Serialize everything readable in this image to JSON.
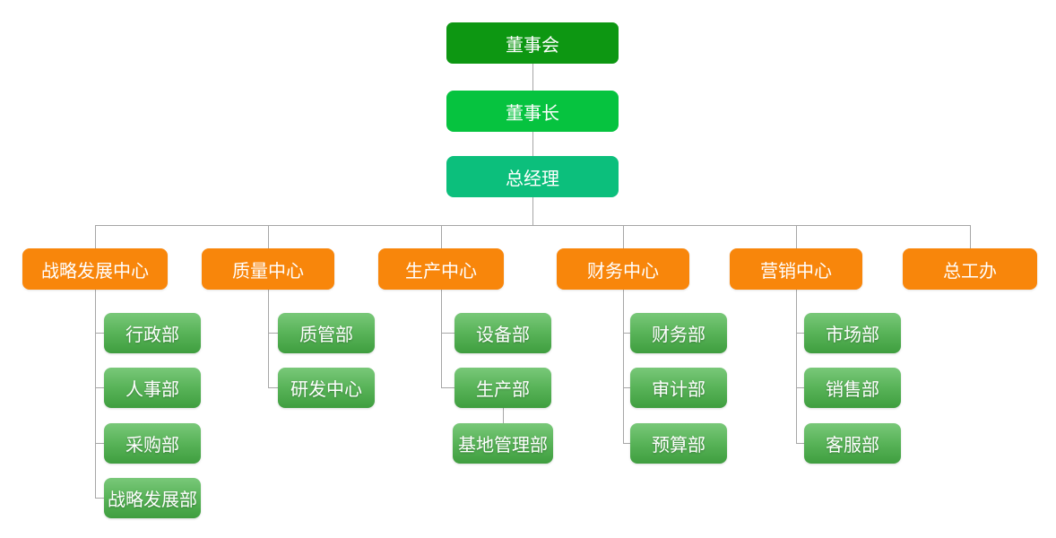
{
  "org": {
    "board": "董事会",
    "chairman": "董事长",
    "general_manager": "总经理",
    "centers": [
      {
        "label": "战略发展中心",
        "departments": [
          "行政部",
          "人事部",
          "采购部",
          "战略发展部"
        ]
      },
      {
        "label": "质量中心",
        "departments": [
          "质管部",
          "研发中心"
        ]
      },
      {
        "label": "生产中心",
        "departments": [
          "设备部",
          "生产部"
        ],
        "sub": {
          "parent": "生产部",
          "label": "基地管理部"
        }
      },
      {
        "label": "财务中心",
        "departments": [
          "财务部",
          "审计部",
          "预算部"
        ]
      },
      {
        "label": "营销中心",
        "departments": [
          "市场部",
          "销售部",
          "客服部"
        ]
      },
      {
        "label": "总工办",
        "departments": []
      }
    ]
  },
  "colors": {
    "board-green": "#0d9712",
    "chairman-green": "#06c33f",
    "gm-green": "#0cbf7c",
    "center-orange": "#f8860b",
    "dept-green-top": "#79c879",
    "dept-green-bottom": "#3f9e3f",
    "line-gray": "#a6a6a6",
    "text-white": "#ffffff"
  }
}
